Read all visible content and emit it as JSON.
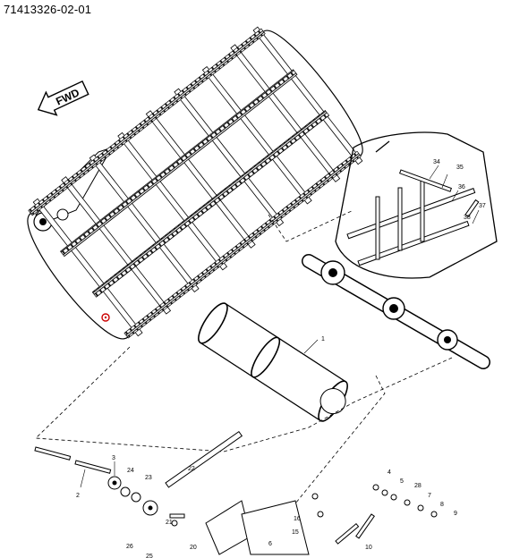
{
  "document_id": "71413326-02-01",
  "direction_arrow": {
    "label": "FWD",
    "icon": "forward-arrow-icon"
  },
  "callout_marker": {
    "icon": "callout-circle-icon",
    "color": "#cc0000"
  },
  "callouts": [
    "1",
    "2",
    "3",
    "4",
    "5",
    "6",
    "7",
    "8",
    "9",
    "10",
    "15",
    "16",
    "20",
    "21",
    "22",
    "23",
    "24",
    "25",
    "26",
    "28",
    "34",
    "35",
    "36",
    "37",
    "38"
  ]
}
